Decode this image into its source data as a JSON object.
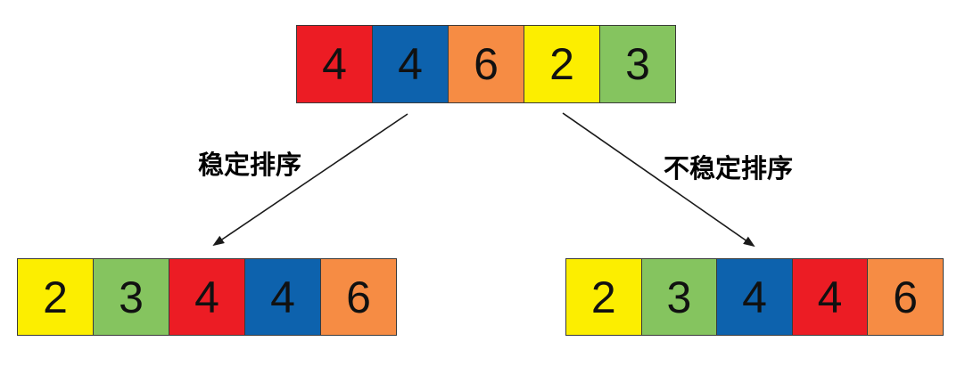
{
  "diagram": {
    "title_hint": "stable vs unstable sorting result of an array",
    "labels": {
      "stable": "稳定排序",
      "unstable": "不稳定排序"
    },
    "arrays": {
      "input": {
        "cells": [
          {
            "value": "4",
            "color": "red"
          },
          {
            "value": "4",
            "color": "blue"
          },
          {
            "value": "6",
            "color": "orange"
          },
          {
            "value": "2",
            "color": "yellow"
          },
          {
            "value": "3",
            "color": "green"
          }
        ]
      },
      "stable_result": {
        "cells": [
          {
            "value": "2",
            "color": "yellow"
          },
          {
            "value": "3",
            "color": "green"
          },
          {
            "value": "4",
            "color": "red"
          },
          {
            "value": "4",
            "color": "blue"
          },
          {
            "value": "6",
            "color": "orange"
          }
        ]
      },
      "unstable_result": {
        "cells": [
          {
            "value": "2",
            "color": "yellow"
          },
          {
            "value": "3",
            "color": "green"
          },
          {
            "value": "4",
            "color": "blue"
          },
          {
            "value": "4",
            "color": "red"
          },
          {
            "value": "6",
            "color": "orange"
          }
        ]
      }
    },
    "colors": {
      "red": "#EC1C24",
      "blue": "#0D62AD",
      "orange": "#F68C44",
      "yellow": "#FCEE00",
      "green": "#85C45F",
      "cell_border": "#3a3a3a",
      "arrow": "#1a1a1a",
      "text": "#111111"
    }
  }
}
